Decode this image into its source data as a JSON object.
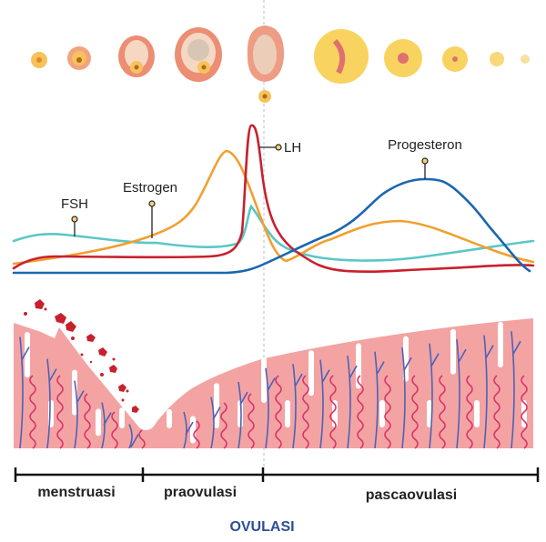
{
  "hormones": {
    "fsh": {
      "label": "FSH",
      "color": "#5bc6c6"
    },
    "estrogen": {
      "label": "Estrogen",
      "color": "#f0a030"
    },
    "lh": {
      "label": "LH",
      "color": "#c8202e"
    },
    "progesterone": {
      "label": "Progesteron",
      "color": "#1a66b0"
    }
  },
  "phases": {
    "menstruation": "menstruasi",
    "preovulation": "praovulasi",
    "postovulation": "pascaovulasi",
    "ovulation": "OVULASI"
  },
  "colors": {
    "endometrium": "#f4a3a3",
    "ovulation": "#2d4f94",
    "vessel_blue": "#4a63b8",
    "vessel_red": "#d8346a"
  }
}
